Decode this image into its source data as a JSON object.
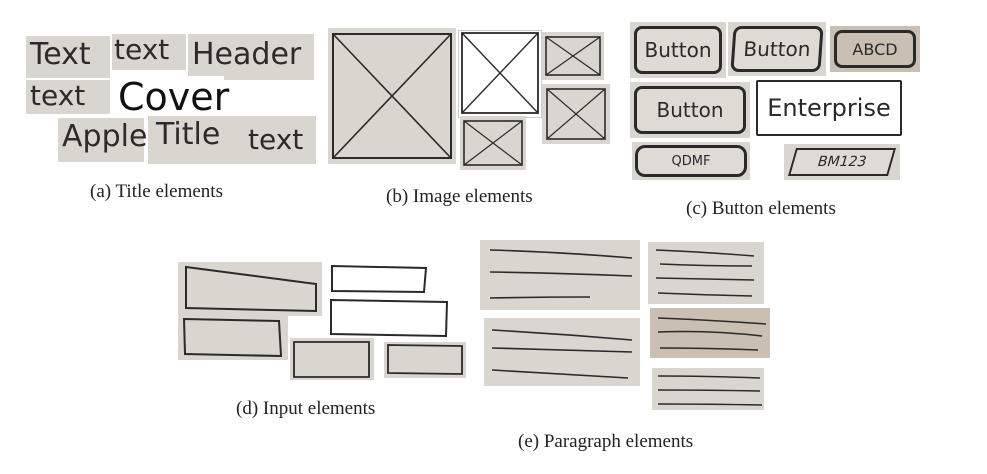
{
  "title_elements": {
    "words": [
      "Text",
      "text",
      "Header",
      "text",
      "Cover",
      "Apple",
      "Title",
      "text"
    ],
    "caption": "(a) Title elements"
  },
  "image_elements": {
    "caption": "(b) Image elements"
  },
  "button_elements": {
    "labels": [
      "Button",
      "Button",
      "ABCD",
      "Button",
      "Enterprise",
      "QDMF",
      "BM123"
    ],
    "caption": "(c) Button elements"
  },
  "input_elements": {
    "caption": "(d) Input elements"
  },
  "paragraph_elements": {
    "caption": "(e) Paragraph elements"
  },
  "colors": {
    "paper": "#d9d6d0",
    "ink": "#2a2a2a",
    "tan": "#c9bfb2"
  }
}
